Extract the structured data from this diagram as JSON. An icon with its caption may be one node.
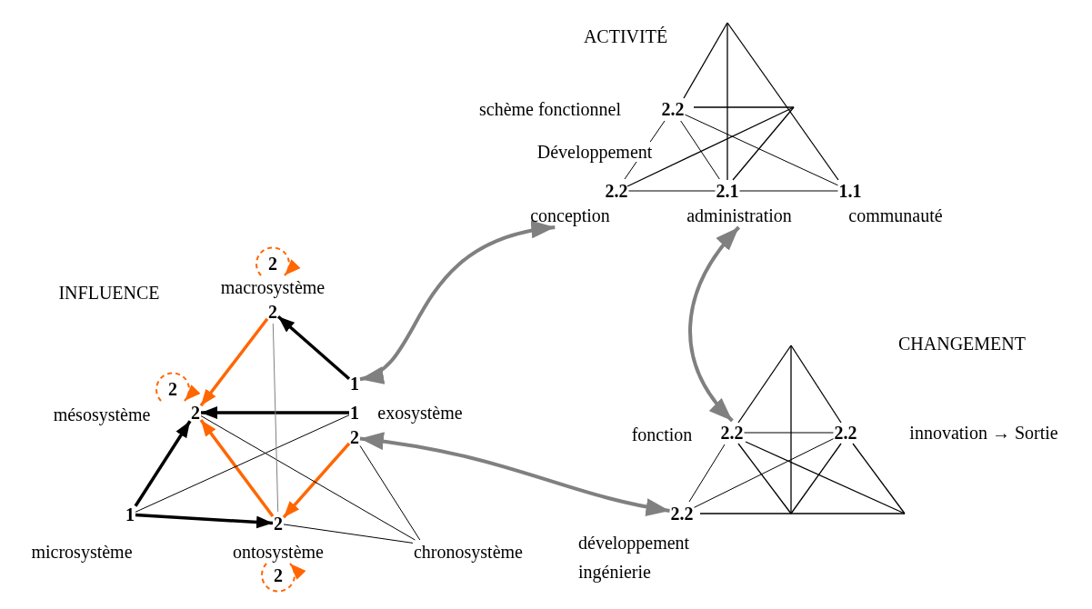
{
  "diagram": {
    "nodes": [
      {
        "text": [
          "macrosystème",
          "2"
        ]
      },
      {
        "text": [
          "mésosystème",
          "2"
        ]
      },
      {
        "text": [
          "1",
          "1",
          "exosystème",
          "2"
        ]
      },
      {
        "text": [
          "1",
          "microsystème"
        ]
      },
      {
        "text": [
          "2",
          "ontosystème"
        ]
      },
      {
        "text": [
          "chronosystème"
        ]
      },
      {
        "text": [
          "schème fonctionnel",
          "2.2"
        ]
      },
      {
        "text": [
          "2.2",
          "conception"
        ]
      },
      {
        "text": [
          "2.1",
          "administration"
        ]
      },
      {
        "text": [
          "1.1",
          "communauté"
        ]
      },
      {
        "text": [
          "fonction",
          "2.2"
        ]
      },
      {
        "text": [
          "2.2",
          "innovation → Sortie"
        ]
      },
      {
        "text": [
          "2.2",
          "développement ingénierie"
        ]
      }
    ],
    "edges": [
      {
        "from": 0,
        "to": 0,
        "arrow": "to",
        "label": "2",
        "style": "dashed",
        "color": "#ff6600"
      },
      {
        "from": 1,
        "to": 1,
        "arrow": "to",
        "label": "2",
        "style": "dashed",
        "color": "#ff6600"
      },
      {
        "from": 4,
        "to": 4,
        "arrow": "to",
        "label": "2",
        "style": "dashed",
        "color": "#ff6600"
      },
      {
        "from": 0,
        "to": 1,
        "arrow": "to",
        "style": "thick",
        "color": "#ff6600"
      },
      {
        "from": 2,
        "to": 0,
        "arrow": "to",
        "style": "thick"
      },
      {
        "from": 2,
        "to": 1,
        "arrow": "to",
        "style": "thick"
      },
      {
        "from": 2,
        "to": 4,
        "arrow": "to",
        "style": "thick",
        "color": "#ff6600"
      },
      {
        "from": 4,
        "to": 1,
        "arrow": "to",
        "style": "thick",
        "color": "#ff6600"
      },
      {
        "from": 3,
        "to": 1,
        "arrow": "to",
        "style": "thick"
      },
      {
        "from": 3,
        "to": 4,
        "arrow": "to",
        "style": "thick"
      },
      {
        "from": 3,
        "to": 2,
        "arrow": "none"
      },
      {
        "from": 1,
        "to": 5,
        "arrow": "none"
      },
      {
        "from": 0,
        "to": 4,
        "arrow": "none",
        "color": "#808080"
      },
      {
        "from": 4,
        "to": 5,
        "arrow": "none"
      },
      {
        "from": 2,
        "to": 5,
        "arrow": "none"
      },
      {
        "from": 6,
        "to": 7,
        "arrow": "none",
        "label": "Développement"
      },
      {
        "from": 6,
        "to": 8,
        "arrow": "none"
      },
      {
        "from": 6,
        "to": 9,
        "arrow": "none"
      },
      {
        "from": 7,
        "to": 8,
        "arrow": "none"
      },
      {
        "from": 8,
        "to": 9,
        "arrow": "none"
      },
      {
        "from": 10,
        "to": 11,
        "arrow": "none"
      },
      {
        "from": 12,
        "to": 11,
        "arrow": "none"
      },
      {
        "from": 12,
        "to": 10,
        "arrow": "none"
      },
      {
        "from": 2,
        "to": 7,
        "arrow": "both",
        "style": "thick",
        "color": "#808080"
      },
      {
        "from": 8,
        "to": 10,
        "arrow": "both",
        "style": "thick",
        "color": "#808080"
      },
      {
        "from": 2,
        "to": 12,
        "arrow": "both",
        "style": "thick",
        "color": "#808080"
      }
    ],
    "labels": [
      "ACTIVITÉ",
      "INFLUENCE",
      "CHANGEMENT"
    ]
  }
}
